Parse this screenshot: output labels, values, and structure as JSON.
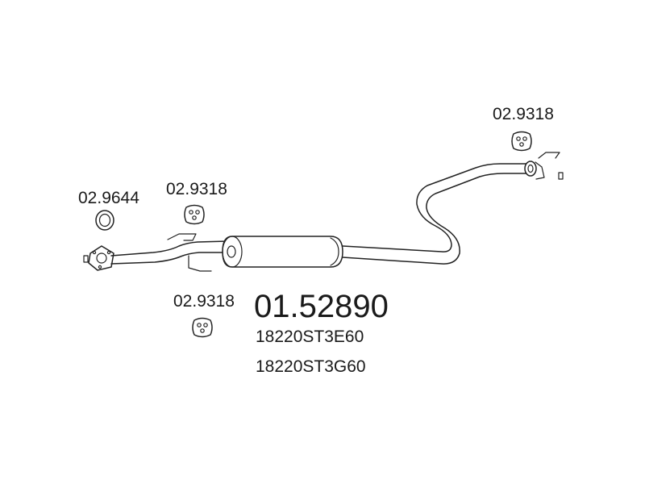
{
  "callouts": {
    "gasket_left": "02.9644",
    "mount_front_upper": "02.9318",
    "mount_front_lower": "02.9318",
    "mount_rear": "02.9318"
  },
  "part": {
    "number": "01.52890",
    "oem_numbers": [
      "18220ST3E60",
      "18220ST3G60"
    ]
  }
}
